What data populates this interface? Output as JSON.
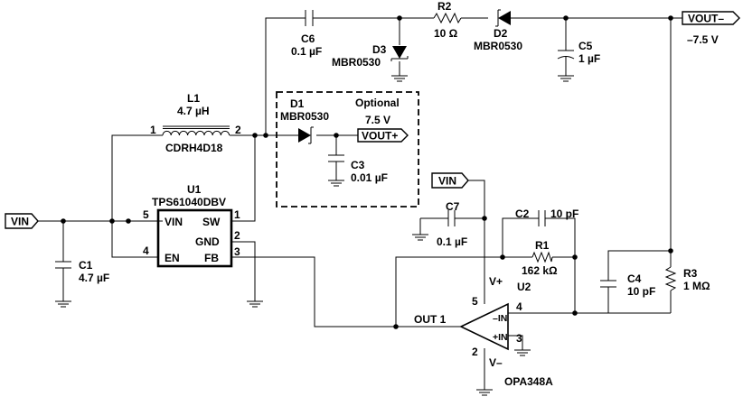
{
  "title": "",
  "nets": {
    "vin": "VIN",
    "vout_pos": "VOUT+",
    "vout_neg": "VOUT–"
  },
  "components": {
    "u1": {
      "ref": "U1",
      "part": "TPS61040DBV",
      "pin_vin": "VIN",
      "pin_sw": "SW",
      "pin_gnd": "GND",
      "pin_en": "EN",
      "pin_fb": "FB",
      "pin1": "1",
      "pin2": "2",
      "pin3": "3",
      "pin4": "4",
      "pin5": "5"
    },
    "l1": {
      "ref": "L1",
      "value": "4.7 µH",
      "part": "CDRH4D18",
      "pin1": "1",
      "pin2": "2"
    },
    "c1": {
      "ref": "C1",
      "value": "4.7 µF"
    },
    "c2": {
      "ref": "C2",
      "value": "10 pF"
    },
    "c3": {
      "ref": "C3",
      "value": "0.01 µF"
    },
    "c4": {
      "ref": "C4",
      "value": "10 pF"
    },
    "c5": {
      "ref": "C5",
      "value": "1 µF"
    },
    "c6": {
      "ref": "C6",
      "value": "0.1 µF"
    },
    "c7": {
      "ref": "C7",
      "value": "0.1 µF"
    },
    "d1": {
      "ref": "D1",
      "part": "MBR0530"
    },
    "d2": {
      "ref": "D2",
      "part": "MBR0530"
    },
    "d3": {
      "ref": "D3",
      "part": "MBR0530"
    },
    "r1": {
      "ref": "R1",
      "value": "162 kΩ"
    },
    "r2": {
      "ref": "R2",
      "value": "10 Ω"
    },
    "r3": {
      "ref": "R3",
      "value": "1 MΩ"
    },
    "u2": {
      "ref": "U2",
      "part": "OPA348A",
      "vplus": "V+",
      "vminus": "V–",
      "out": "OUT 1",
      "inm": "–IN",
      "inp": "+IN",
      "pin2": "2",
      "pin3": "3",
      "pin4": "4",
      "pin5": "5"
    }
  },
  "optional_box": {
    "label": "Optional",
    "voltage": "7.5 V"
  },
  "vout_neg_value": "–7.5 V"
}
